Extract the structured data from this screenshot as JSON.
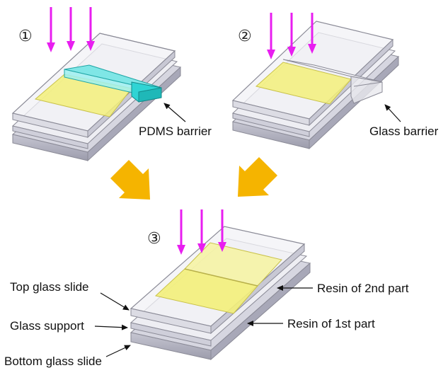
{
  "colors": {
    "light_arrow": "#e81ef0",
    "flow_arrow": "#f5b400",
    "resin": "#f3f07a",
    "pdms": "#2fd4d4",
    "glass_edge": "#8a8a96",
    "glass_face": "#e6e6ec",
    "glass_side": "#b9b9c6",
    "leader_line": "#111111"
  },
  "panels": [
    {
      "step": "①",
      "barrier_label": "PDMS barrier"
    },
    {
      "step": "②",
      "barrier_label": "Glass barrier"
    },
    {
      "step": "③"
    }
  ],
  "layer_labels": {
    "top_slide": "Top glass slide",
    "support": "Glass support",
    "bottom_slide": "Bottom glass slide",
    "resin_2": "Resin of 2nd part",
    "resin_1": "Resin of 1st part"
  }
}
